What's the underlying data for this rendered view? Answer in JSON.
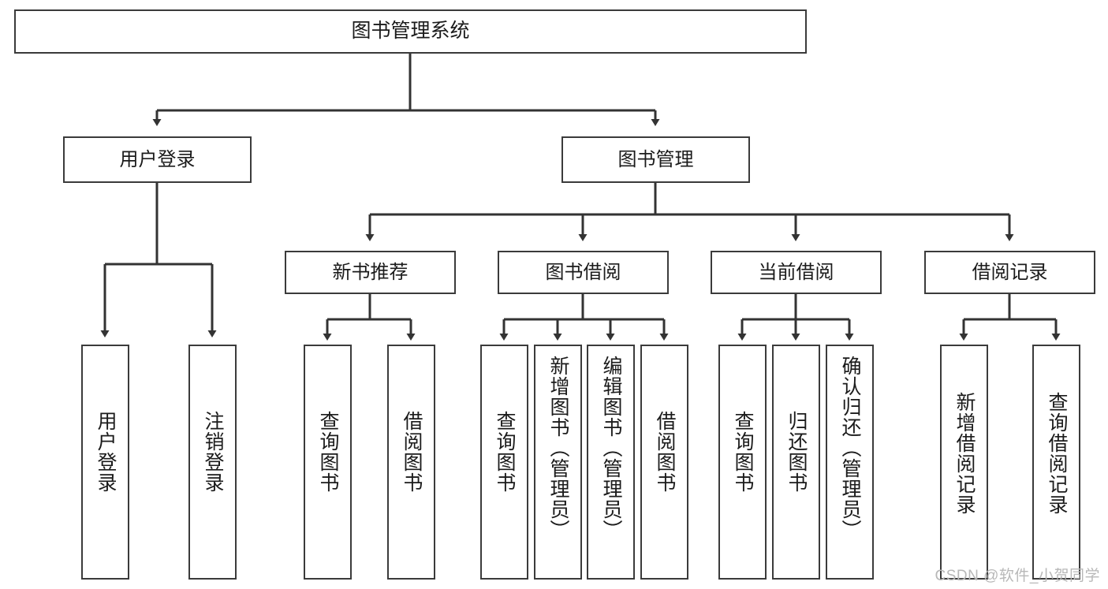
{
  "diagram": {
    "title": "图书管理系统",
    "watermark": "CSDN @软件_小贺同学",
    "colors": {
      "background": "#ffffff",
      "node_border": "#3b3b3b",
      "node_fill": "#ffffff",
      "edge": "#333333",
      "text": "#1b1b1b",
      "watermark": "#b8b8b8"
    },
    "nodes": {
      "root": {
        "label": "图书管理系统"
      },
      "level2": [
        {
          "id": "user-login",
          "label": "用户登录"
        },
        {
          "id": "book-manage",
          "label": "图书管理"
        }
      ],
      "level3": [
        {
          "id": "new-book-recommend",
          "label": "新书推荐"
        },
        {
          "id": "book-borrow",
          "label": "图书借阅"
        },
        {
          "id": "current-borrow",
          "label": "当前借阅"
        },
        {
          "id": "borrow-record",
          "label": "借阅记录"
        }
      ],
      "leaves": {
        "user_login": [
          {
            "id": "leaf-user-login",
            "label": "用户登录"
          },
          {
            "id": "leaf-logout-login",
            "label": "注销登录"
          }
        ],
        "new_book_recommend": [
          {
            "id": "leaf-query-book-1",
            "label": "查询图书"
          },
          {
            "id": "leaf-borrow-book-1",
            "label": "借阅图书"
          }
        ],
        "book_borrow": [
          {
            "id": "leaf-query-book-2",
            "label": "查询图书"
          },
          {
            "id": "leaf-add-book",
            "label": "新增图书（管理员）"
          },
          {
            "id": "leaf-edit-book",
            "label": "编辑图书（管理员）"
          },
          {
            "id": "leaf-borrow-book-2",
            "label": "借阅图书"
          }
        ],
        "current_borrow": [
          {
            "id": "leaf-query-book-3",
            "label": "查询图书"
          },
          {
            "id": "leaf-return-book",
            "label": "归还图书"
          },
          {
            "id": "leaf-confirm-return",
            "label": "确认归还（管理员）"
          }
        ],
        "borrow_record": [
          {
            "id": "leaf-add-record",
            "label": "新增借阅记录"
          },
          {
            "id": "leaf-query-record",
            "label": "查询借阅记录"
          }
        ]
      }
    }
  }
}
